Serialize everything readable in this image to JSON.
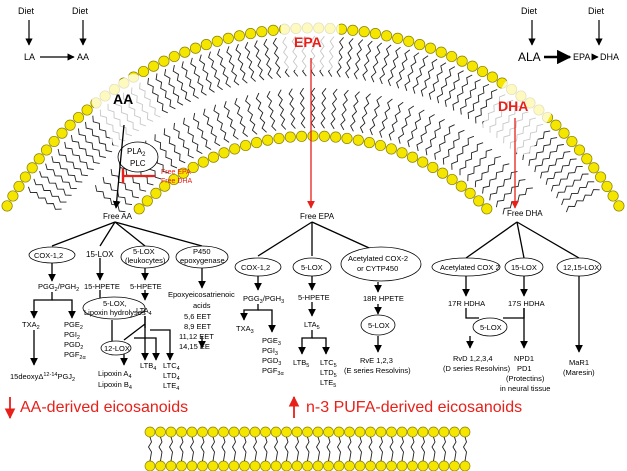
{
  "membrane": {
    "top_left": {
      "diet1": "Diet",
      "diet2": "Diet",
      "la": "LA",
      "aa": "AA"
    },
    "top_right": {
      "diet1": "Diet",
      "diet2": "Diet",
      "ala": "ALA",
      "epa": "EPA",
      "dha": "DHA"
    },
    "aa_label": "AA",
    "epa_label": "EPA",
    "dha_label": "DHA"
  },
  "inhibition": {
    "pla2": "PLA",
    "pla2_sub": "2",
    "plc": "PLC",
    "free_epa": "Free EPA",
    "free_dha": "Free DHA"
  },
  "aa_branch": {
    "root": "Free AA",
    "cox": "COX-1,2",
    "lox15": "15-LOX",
    "lox5": "5-LOX",
    "lox5_note": "(leukocytes)",
    "p450": "P450",
    "p450b": "epoxygenase",
    "pgg": "PGG",
    "hpete15": "15-HPETE",
    "hpete5": "5-HPETE",
    "lox_hyd1": "5-LOX,",
    "lox_hyd2": "Lipoxin hydrolyses",
    "lta4": "LTA",
    "eet_title1": "Epoxyeicosatrienoic",
    "eet_title2": "acids",
    "eet1": "5,6 EET",
    "eet2": "8,9 EET",
    "eet3": "11,12 EET",
    "eet4": "14,15 EE",
    "txa2": "TXA",
    "pge2": "PGE",
    "pgi2": "PGI",
    "pgd2": "PGD",
    "pgf2a": "PGF",
    "lox12": "12-LOX",
    "ltb4": "LTB",
    "ltc4": "LTC",
    "ltd4": "LTD",
    "lte4": "LTE",
    "deoxy": "15deoxyΔ",
    "lipoxin_a": "Lipoxin A",
    "lipoxin_b": "Lipoxin B"
  },
  "epa_branch": {
    "root": "Free EPA",
    "cox": "COX-1,2",
    "lox5": "5-LOX",
    "acox1": "Acetylated COX-2",
    "acox2": "or CYTP450",
    "pgg": "PGG",
    "hpete5": "5-HPETE",
    "hpete18": "18R HPETE",
    "lta5": "LTA",
    "lox5b": "5-LOX",
    "txa3": "TXA",
    "pge3": "PGE",
    "pgi3": "PGI",
    "pgd3": "PGD",
    "pgf3a": "PGF",
    "ltb5": "LTB",
    "ltc5": "LTC",
    "ltd5": "LTD",
    "lte5": "LTE",
    "rve": "RvE 1,2,3",
    "rve_note": "(E series Resolvins)"
  },
  "dha_branch": {
    "root": "Free DHA",
    "acox": "Acetylated COX 2",
    "lox15": "15-LOX",
    "lox1215": "12,15-LOX",
    "hdha17r": "17R HDHA",
    "hdha17s": "17S HDHA",
    "lox5": "5-LOX",
    "rvd": "RvD 1,2,3,4",
    "rvd_note": "(D series Resolvins)",
    "npd1": "NPD1",
    "pd1": "PD1",
    "protectins": "(Protectins)",
    "neural": "in neural tissue",
    "mar1": "MaR1",
    "maresin": "(Maresin)"
  },
  "headings": {
    "aa_derived": "AA-derived eicosanoids",
    "n3_derived": "n-3 PUFA-derived eicosanoids"
  },
  "colors": {
    "head_fill": "#f5e600",
    "head_stroke": "#8a8000",
    "accent_red": "#e8201a",
    "tail": "#222222"
  }
}
